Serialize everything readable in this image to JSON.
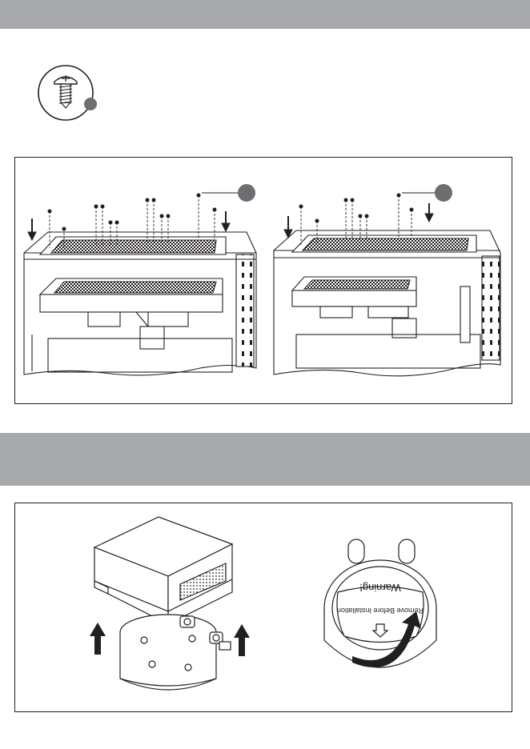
{
  "header_bands": [
    {
      "label": "",
      "color": "#a7a9ac"
    },
    {
      "label": "",
      "color": "#a7a9ac"
    }
  ],
  "screw_part": {
    "icon": "screw-icon"
  },
  "step1": {
    "callout_markers": [
      "",
      ""
    ],
    "arrow_direction": "down"
  },
  "step2": {
    "arrow_direction": "up",
    "pump_label": {
      "warning": "Warning!",
      "instruction": "Remove Before Installation"
    }
  },
  "colors": {
    "ink": "#231f20",
    "band": "#a7a9ac",
    "paper": "#ffffff"
  }
}
